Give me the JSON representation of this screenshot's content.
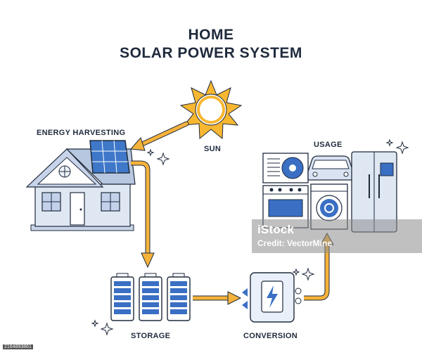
{
  "title": {
    "line1": "HOME",
    "line2": "SOLAR POWER SYSTEM"
  },
  "labels": {
    "energy_harvesting": "ENERGY HARVESTING",
    "sun": "SUN",
    "usage": "USAGE",
    "storage": "STORAGE",
    "conversion": "CONVERSION"
  },
  "watermark": {
    "logo": "iStock",
    "credit": "Credit: VectorMine",
    "stock_id": "2164893861"
  },
  "colors": {
    "sun": "#f7b731",
    "arrow": "#f6b33a",
    "outline": "#1f2a3c",
    "house": "#d9e3f2",
    "panel": "#3f78c9",
    "battery": "#3a6fc4"
  },
  "icons": [
    "sun-icon",
    "house-icon",
    "solar-panel-icon",
    "battery-icon",
    "inverter-icon",
    "air-conditioner-icon",
    "car-icon",
    "oven-icon",
    "washing-machine-icon",
    "refrigerator-icon",
    "sparkle-icon"
  ]
}
